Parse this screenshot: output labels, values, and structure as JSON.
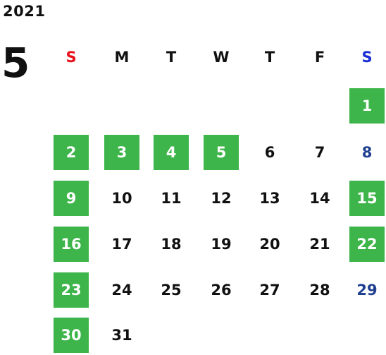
{
  "calendar": {
    "year": "2021",
    "month": "5",
    "weekdays": [
      {
        "label": "S",
        "color": "#e8101a"
      },
      {
        "label": "M",
        "color": "#111111"
      },
      {
        "label": "T",
        "color": "#111111"
      },
      {
        "label": "W",
        "color": "#111111"
      },
      {
        "label": "T",
        "color": "#111111"
      },
      {
        "label": "F",
        "color": "#111111"
      },
      {
        "label": "S",
        "color": "#1a2fd6"
      }
    ],
    "weeks": [
      [
        null,
        null,
        null,
        null,
        null,
        null,
        {
          "day": "1",
          "type": "holiday"
        }
      ],
      [
        {
          "day": "2",
          "type": "holiday"
        },
        {
          "day": "3",
          "type": "holiday"
        },
        {
          "day": "4",
          "type": "holiday"
        },
        {
          "day": "5",
          "type": "holiday"
        },
        {
          "day": "6",
          "type": "plain"
        },
        {
          "day": "7",
          "type": "plain"
        },
        {
          "day": "8",
          "type": "sat"
        }
      ],
      [
        {
          "day": "9",
          "type": "holiday"
        },
        {
          "day": "10",
          "type": "plain"
        },
        {
          "day": "11",
          "type": "plain"
        },
        {
          "day": "12",
          "type": "plain"
        },
        {
          "day": "13",
          "type": "plain"
        },
        {
          "day": "14",
          "type": "plain"
        },
        {
          "day": "15",
          "type": "holiday"
        }
      ],
      [
        {
          "day": "16",
          "type": "holiday"
        },
        {
          "day": "17",
          "type": "plain"
        },
        {
          "day": "18",
          "type": "plain"
        },
        {
          "day": "19",
          "type": "plain"
        },
        {
          "day": "20",
          "type": "plain"
        },
        {
          "day": "21",
          "type": "plain"
        },
        {
          "day": "22",
          "type": "holiday"
        }
      ],
      [
        {
          "day": "23",
          "type": "holiday"
        },
        {
          "day": "24",
          "type": "plain"
        },
        {
          "day": "25",
          "type": "plain"
        },
        {
          "day": "26",
          "type": "plain"
        },
        {
          "day": "27",
          "type": "plain"
        },
        {
          "day": "28",
          "type": "plain"
        },
        {
          "day": "29",
          "type": "sat"
        }
      ],
      [
        {
          "day": "30",
          "type": "holiday"
        },
        {
          "day": "31",
          "type": "plain"
        },
        null,
        null,
        null,
        null,
        null
      ]
    ]
  },
  "colors": {
    "holiday_bg": "#3db54a",
    "holiday_text": "#ffffff",
    "sunday_header": "#e8101a",
    "saturday_header": "#1a2fd6",
    "saturday_text": "#1f3f8f",
    "text": "#111111"
  }
}
